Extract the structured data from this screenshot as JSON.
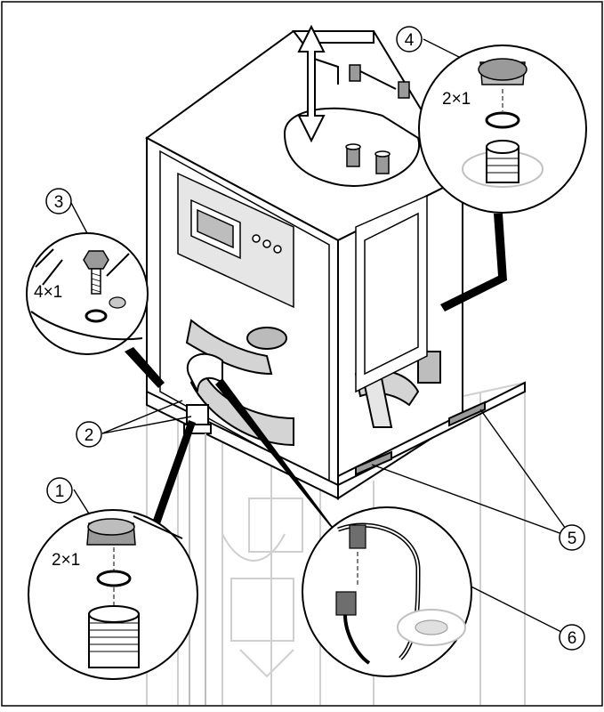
{
  "callouts": {
    "c1": "1",
    "c2": "2",
    "c3": "3",
    "c4": "4",
    "c5": "5",
    "c6": "6"
  },
  "multipliers": {
    "detail_1": "2×1",
    "detail_3": "4×1",
    "detail_4": "2×1"
  },
  "colors": {
    "line": "#000000",
    "ghost": "#c8c8c8",
    "grey_part": "#8a8a8a",
    "shade": "#d9d9d9"
  }
}
